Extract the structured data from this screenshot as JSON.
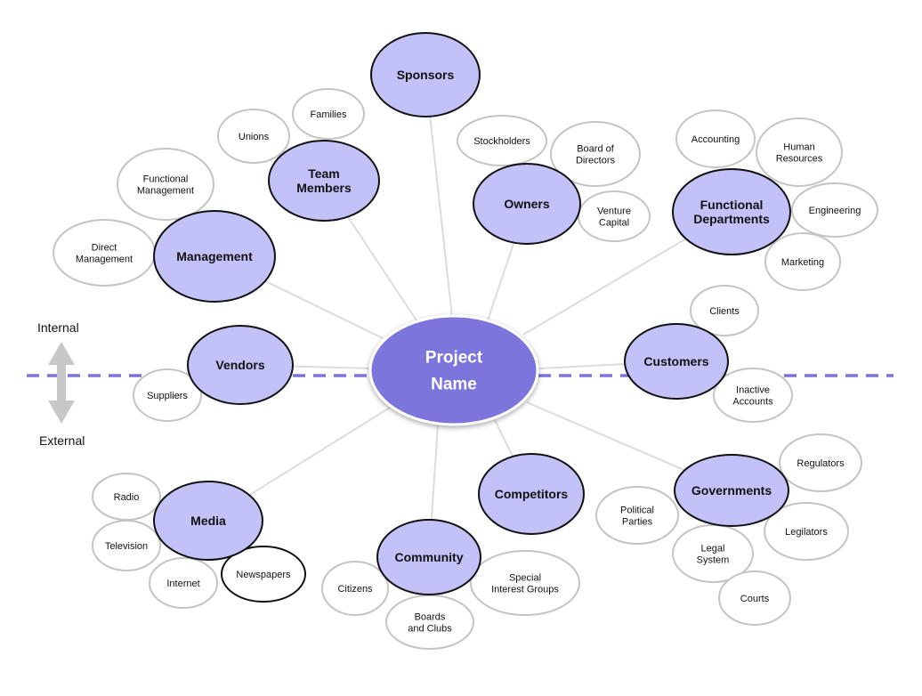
{
  "center": {
    "label": [
      "Project",
      "Name"
    ]
  },
  "boundary": {
    "internal_label": "Internal",
    "external_label": "External"
  },
  "colors": {
    "center_fill": "#7b74dc",
    "primary_fill": "#c3c2f8",
    "primary_stroke": "#111111",
    "secondary_fill": "#ffffff",
    "secondary_stroke": "#c4c4c4",
    "connector": "#dcdcdc",
    "boundary_line": "#7b74dc",
    "arrow": "#c8c8c8"
  },
  "stakeholders": [
    {
      "id": "sponsors",
      "label": [
        "Sponsors"
      ],
      "subs": []
    },
    {
      "id": "owners",
      "label": [
        "Owners"
      ],
      "subs": [
        {
          "id": "stockholders",
          "label": [
            "Stockholders"
          ]
        },
        {
          "id": "board-of-directors",
          "label": [
            "Board of",
            "Directors"
          ]
        },
        {
          "id": "venture-capital",
          "label": [
            "Venture",
            "Capital"
          ]
        }
      ]
    },
    {
      "id": "functional-departments",
      "label": [
        "Functional",
        "Departments"
      ],
      "subs": [
        {
          "id": "accounting",
          "label": [
            "Accounting"
          ]
        },
        {
          "id": "human-resources",
          "label": [
            "Human",
            "Resources"
          ]
        },
        {
          "id": "engineering",
          "label": [
            "Engineering"
          ]
        },
        {
          "id": "marketing",
          "label": [
            "Marketing"
          ]
        }
      ]
    },
    {
      "id": "customers",
      "label": [
        "Customers"
      ],
      "subs": [
        {
          "id": "clients",
          "label": [
            "Clients"
          ]
        },
        {
          "id": "inactive-accounts",
          "label": [
            "Inactive",
            "Accounts"
          ]
        }
      ]
    },
    {
      "id": "governments",
      "label": [
        "Governments"
      ],
      "subs": [
        {
          "id": "regulators",
          "label": [
            "Regulators"
          ]
        },
        {
          "id": "political-parties",
          "label": [
            "Political",
            "Parties"
          ]
        },
        {
          "id": "legilators",
          "label": [
            "Legilators"
          ]
        },
        {
          "id": "legal-system",
          "label": [
            "Legal",
            "System"
          ]
        },
        {
          "id": "courts",
          "label": [
            "Courts"
          ]
        }
      ]
    },
    {
      "id": "competitors",
      "label": [
        "Competitors"
      ],
      "subs": []
    },
    {
      "id": "community",
      "label": [
        "Community"
      ],
      "subs": [
        {
          "id": "citizens",
          "label": [
            "Citizens"
          ]
        },
        {
          "id": "boards-and-clubs",
          "label": [
            "Boards",
            "and Clubs"
          ]
        },
        {
          "id": "special-interest-groups",
          "label": [
            "Special",
            "Interest Groups"
          ]
        }
      ]
    },
    {
      "id": "media",
      "label": [
        "Media"
      ],
      "subs": [
        {
          "id": "radio",
          "label": [
            "Radio"
          ]
        },
        {
          "id": "television",
          "label": [
            "Television"
          ]
        },
        {
          "id": "internet",
          "label": [
            "Internet"
          ]
        },
        {
          "id": "newspapers",
          "label": [
            "Newspapers"
          ],
          "emphasis": true
        }
      ]
    },
    {
      "id": "vendors",
      "label": [
        "Vendors"
      ],
      "subs": [
        {
          "id": "suppliers",
          "label": [
            "Suppliers"
          ]
        }
      ]
    },
    {
      "id": "management",
      "label": [
        "Management"
      ],
      "subs": [
        {
          "id": "functional-management",
          "label": [
            "Functional",
            "Management"
          ]
        },
        {
          "id": "direct-management",
          "label": [
            "Direct",
            "Management"
          ]
        }
      ]
    },
    {
      "id": "team-members",
      "label": [
        "Team",
        "Members"
      ],
      "subs": [
        {
          "id": "unions",
          "label": [
            "Unions"
          ]
        },
        {
          "id": "families",
          "label": [
            "Families"
          ]
        }
      ]
    }
  ]
}
